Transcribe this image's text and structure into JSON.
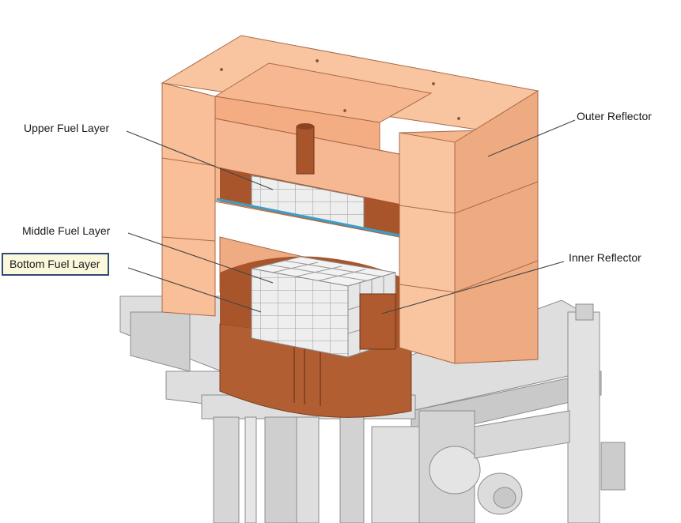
{
  "labels": {
    "upper_fuel_layer": "Upper Fuel Layer",
    "middle_fuel_layer": "Middle Fuel Layer",
    "bottom_fuel_layer": "Bottom Fuel Layer",
    "outer_reflector": "Outer Reflector",
    "inner_reflector": "Inner Reflector"
  },
  "colors": {
    "outer_reflector": "#f6b98f",
    "inner_reflector": "#b05a30",
    "fuel": "#ececec",
    "support_structure": "#dcdcdc",
    "highlight_box_border": "#2e4a78",
    "highlight_box_fill": "#fbf8dc",
    "separator_line": "#3aa0c8"
  },
  "highlighted_label": "bottom_fuel_layer"
}
